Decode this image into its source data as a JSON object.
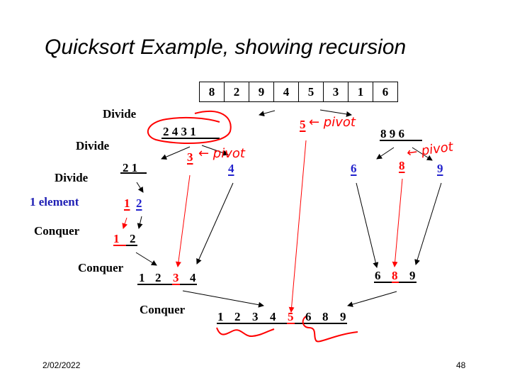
{
  "slide": {
    "title": "Quicksort Example, showing recursion",
    "footer_date": "2/02/2022",
    "page_number": "48"
  },
  "array": [
    "8",
    "2",
    "9",
    "4",
    "5",
    "3",
    "1",
    "6"
  ],
  "labels": {
    "divide_1": "Divide",
    "divide_2": "Divide",
    "divide_3": "Divide",
    "one_element": "1 element",
    "conquer_1": "Conquer",
    "conquer_2": "Conquer",
    "conquer_3": "Conquer"
  },
  "annotations": {
    "pivot_5": "← pivot",
    "pivot_3": "← pivot",
    "pivot_8": "← pivot"
  },
  "left": {
    "partition": "2  4  3  1",
    "pivot": "3",
    "sub_left": "2   1",
    "sub_right": "4",
    "ones": [
      "1",
      "2"
    ],
    "conquer_small": [
      "1",
      "2"
    ],
    "merged": [
      "1",
      "2",
      "3",
      "4"
    ]
  },
  "main_pivot": "5",
  "right": {
    "partition": "8   9   6",
    "pivot": "8",
    "sub_left": "6",
    "sub_right": "9",
    "merged": [
      "6",
      "8",
      "9"
    ]
  },
  "final": [
    "1",
    "2",
    "3",
    "4",
    "5",
    "6",
    "8",
    "9"
  ],
  "colors": {
    "pivot": "#ff0000",
    "single": "#2222cc",
    "label_blue": "#1f1fb4",
    "text": "#000000"
  }
}
